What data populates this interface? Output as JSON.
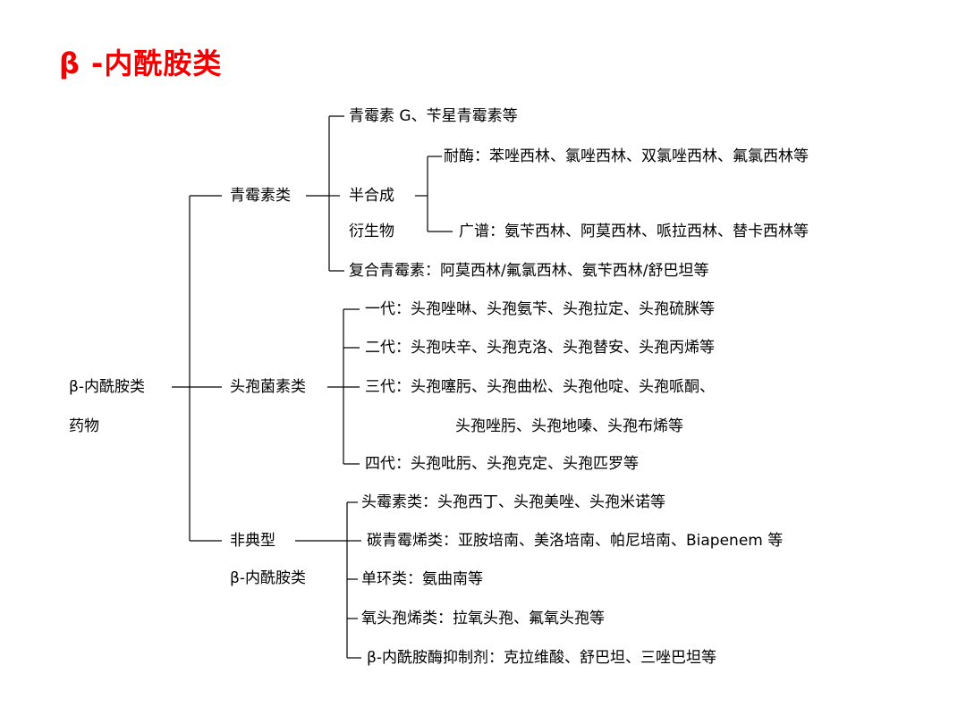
{
  "title": "β -内酰胺类",
  "root": {
    "line1": "β-内酰胺类",
    "line2": "药物"
  },
  "penicillins": {
    "label": "青霉素类",
    "penicillin_g": "青霉素 G、苄星青霉素等",
    "semi_synthetic_line1": "半合成",
    "semi_synthetic_line2": "衍生物",
    "enzyme_resistant": "耐酶：苯唑西林、氯唑西林、双氯唑西林、氟氯西林等",
    "broad_spectrum": "广谱：氨苄西林、阿莫西林、哌拉西林、替卡西林等",
    "compound": "复合青霉素：阿莫西林/氟氯西林、氨苄西林/舒巴坦等"
  },
  "cephalosporins": {
    "label": "头孢菌素类",
    "gen1": "一代：头孢唑啉、头孢氨苄、头孢拉定、头孢硫脒等",
    "gen2": "二代：头孢呋辛、头孢克洛、头孢替安、头孢丙烯等",
    "gen3_line1": "三代：头孢噻肟、头孢曲松、头孢他啶、头孢哌酮、",
    "gen3_line2": "头孢唑肟、头孢地嗪、头孢布烯等",
    "gen4": "四代：头孢吡肟、头孢克定、头孢匹罗等"
  },
  "atypical": {
    "label_line1": "非典型",
    "label_line2": "β-内酰胺类",
    "cephamycins": "头霉素类：头孢西丁、头孢美唑、头孢米诺等",
    "carbapenems": "碳青霉烯类：亚胺培南、美洛培南、帕尼培南、Biapenem 等",
    "monobactams": "单环类：氨曲南等",
    "oxacephems": "氧头孢烯类：拉氧头孢、氟氧头孢等",
    "inhibitors": "β-内酰胺酶抑制剂：克拉维酸、舒巴坦、三唑巴坦等"
  },
  "colors": {
    "title": "#f20000",
    "text": "#000000",
    "spellcheck": "#2e7d32"
  }
}
